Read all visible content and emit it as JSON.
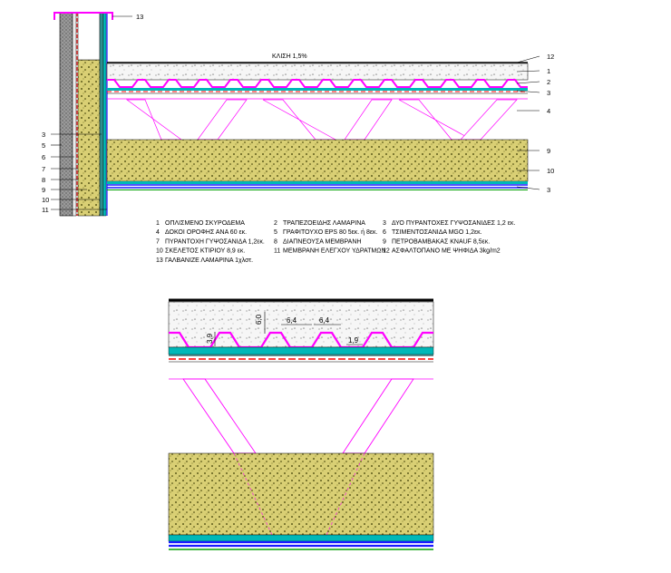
{
  "slope_label": "ΚΛΙΣΗ 1,5%",
  "top_label": "13",
  "right_callouts": [
    "12",
    "1",
    "2",
    "3",
    "4",
    "9",
    "10",
    "3"
  ],
  "left_callouts": [
    "3",
    "5",
    "6",
    "7",
    "8",
    "9",
    "10",
    "11"
  ],
  "legend": [
    {
      "num": "1",
      "text": "ΟΠΛΙΣΜΕΝΟ ΣΚΥΡΟΔΕΜΑ"
    },
    {
      "num": "2",
      "text": "ΤΡΑΠΕΖΟΕΙΔΗΣ ΛΑΜΑΡΙΝΑ"
    },
    {
      "num": "3",
      "text": "ΔΥΟ ΠΥΡΑΝΤΟΧΕΣ ΓΥΨΟΣΑΝΙΔΕΣ 1,2 εκ."
    },
    {
      "num": "4",
      "text": "ΔΟΚΟΙ ΟΡΟΦΗΣ ΑΝΑ 60 εκ."
    },
    {
      "num": "5",
      "text": "ΓΡΑΦΙΤΟΥΧΟ EPS 80 5εκ. ή 8εκ."
    },
    {
      "num": "6",
      "text": "ΤΣΙΜΕΝΤΟΣΑΝΙΔΑ MGO 1,2εκ."
    },
    {
      "num": "7",
      "text": "ΠΥΡΑΝΤΟΧΗ ΓΥΨΟΣΑΝΙΔΑ 1,2εκ."
    },
    {
      "num": "8",
      "text": "ΔΙΑΠΝΕΟΥΣΑ ΜΕΜΒΡΑΝΗ"
    },
    {
      "num": "9",
      "text": "ΠΕΤΡΟΒΑΜΒΑΚΑΣ KNAUF 8,5εκ."
    },
    {
      "num": "10",
      "text": "ΣΚΕΛΕΤΟΣ ΚΤΙΡΙΟΥ 8,9 εκ."
    },
    {
      "num": "11",
      "text": "ΜΕΜΒΡΑΝΗ ΕΛΕΓΧΟΥ ΥΔΡΑΤΜΩΝ"
    },
    {
      "num": "12",
      "text": "ΑΣΦΑΛΤΟΠΑΝΟ ΜΕ ΨΗΦΙΔΑ  3kg/m2"
    },
    {
      "num": "13",
      "text": "ΓΑΛΒΑΝΙΖΕ ΛΑΜΑΡΙΝΑ  1χλστ."
    }
  ],
  "dimensions": {
    "rib_height": "6,0",
    "top_flange_1": "6,4",
    "top_flange_2": "6,4",
    "bottom_flange": "1,9",
    "side_height": "3,9"
  },
  "colors": {
    "concrete": "#f4f4f4",
    "deck": "#ff00ff",
    "board_cyan": "#00a8a8",
    "board_teal": "#2f8f8f",
    "membrane_red": "#ff0000",
    "insulation": "#d4c86a",
    "steel_blue": "#1a1aff",
    "green_line": "#00a000"
  }
}
